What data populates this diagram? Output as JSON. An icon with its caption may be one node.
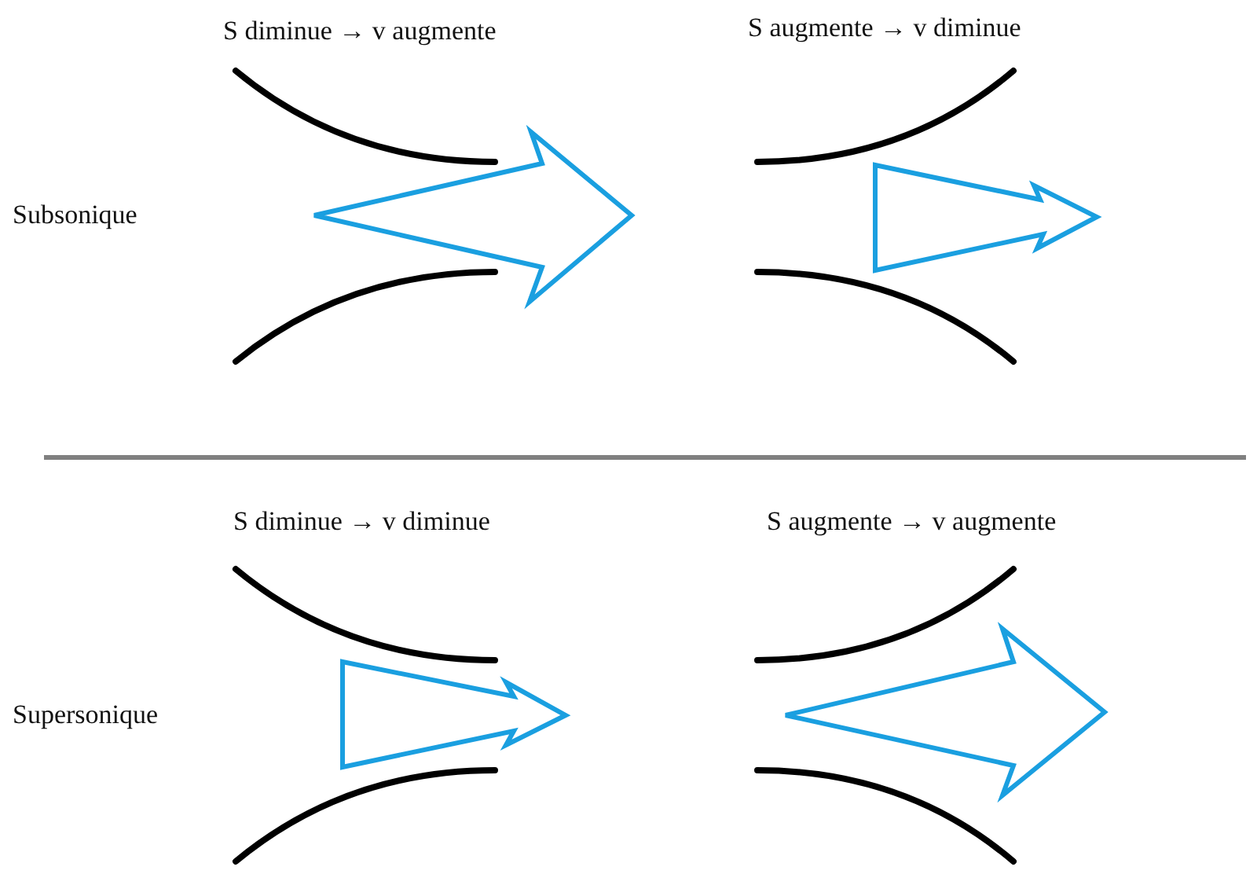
{
  "diagram": {
    "labels": [
      "S diminue → v augmente",
      "S augmente → v diminue",
      "Subsonique",
      "S diminue → v diminue",
      "S augmente → v augmente",
      "Supersonique"
    ]
  }
}
